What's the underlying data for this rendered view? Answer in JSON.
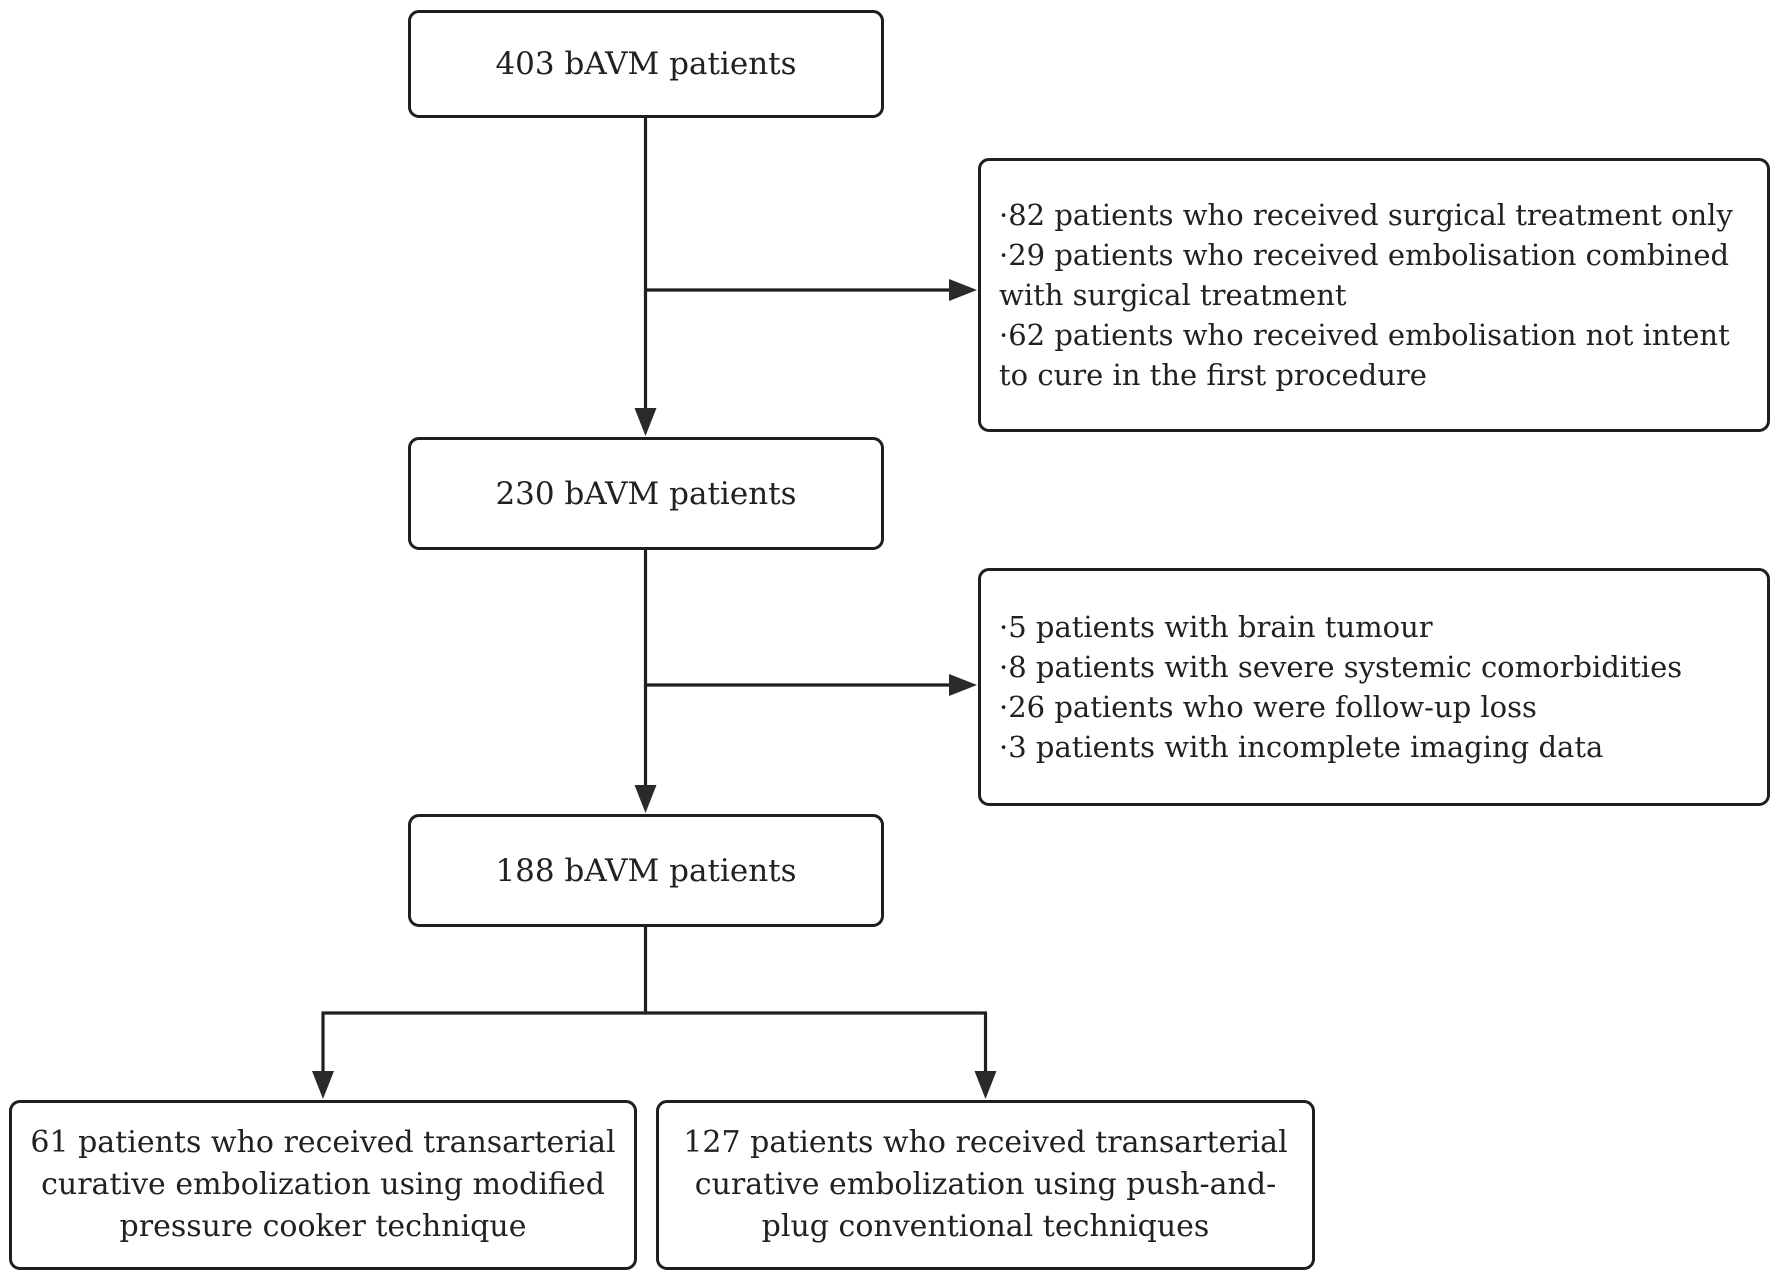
{
  "colors": {
    "line": "#1f1f1f",
    "text": "#212121",
    "box_background": "#ffffff"
  },
  "nodes": {
    "total": {
      "label": "403 bAVM patients"
    },
    "after_first_exclusion": {
      "label": "230 bAVM patients"
    },
    "final_cohort": {
      "label": "188 bAVM patients"
    },
    "exclusion1": {
      "items": [
        "·82 patients who received surgical treatment only",
        "·29 patients who received embolisation combined\nwith surgical treatment",
        "·62 patients who received embolisation not intent\nto cure in the first procedure"
      ]
    },
    "exclusion2": {
      "items": [
        "·5 patients with brain tumour",
        "·8 patients with severe systemic comorbidities",
        "·26 patients who were follow-up loss",
        "·3 patients with incomplete imaging data"
      ]
    },
    "group_modified_pressure_cooker": {
      "label": "61 patients who received transarterial\ncurative embolization using modified\npressure cooker technique"
    },
    "group_push_and_plug": {
      "label": "127 patients who received transarterial\ncurative embolization using push-and-\nplug conventional techniques"
    }
  }
}
